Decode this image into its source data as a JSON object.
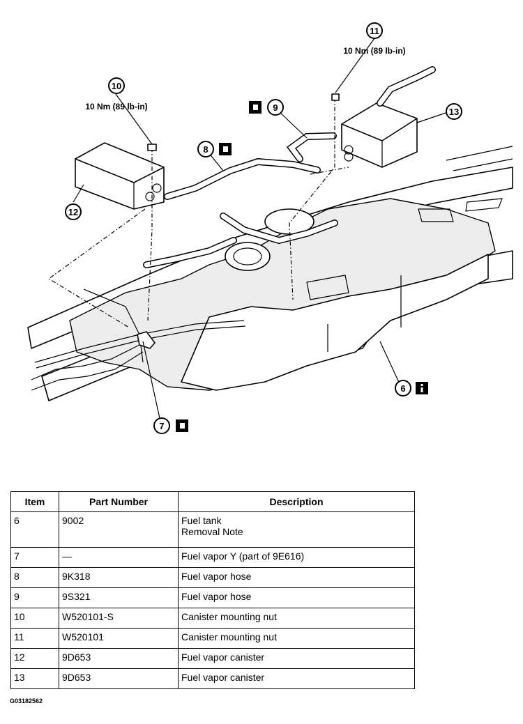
{
  "callouts": {
    "c6": "6",
    "c7": "7",
    "c8": "8",
    "c9": "9",
    "c10": "10",
    "c11": "11",
    "c12": "12",
    "c13": "13"
  },
  "torque": {
    "t10": "10 Nm (89 lb-in)",
    "t11": "10 Nm (89 lb-in)"
  },
  "table": {
    "headers": [
      "Item",
      "Part Number",
      "Description"
    ],
    "rows": [
      {
        "item": "6",
        "part": "9002",
        "desc": [
          "Fuel tank",
          "Removal Note"
        ]
      },
      {
        "item": "7",
        "part": "—",
        "desc": [
          "Fuel vapor Y (part of 9E616)"
        ]
      },
      {
        "item": "8",
        "part": "9K318",
        "desc": [
          "Fuel vapor hose"
        ]
      },
      {
        "item": "9",
        "part": "9S321",
        "desc": [
          "Fuel vapor hose"
        ]
      },
      {
        "item": "10",
        "part": "W520101-S",
        "desc": [
          "Canister mounting nut"
        ]
      },
      {
        "item": "11",
        "part": "W520101",
        "desc": [
          "Canister mounting nut"
        ]
      },
      {
        "item": "12",
        "part": "9D653",
        "desc": [
          "Fuel vapor canister"
        ]
      },
      {
        "item": "13",
        "part": "9D653",
        "desc": [
          "Fuel vapor canister"
        ]
      }
    ]
  },
  "figure_id": "G03182562",
  "icons": {
    "note_icon": "info-square-icon",
    "hose_icon": "hose-service-icon"
  }
}
